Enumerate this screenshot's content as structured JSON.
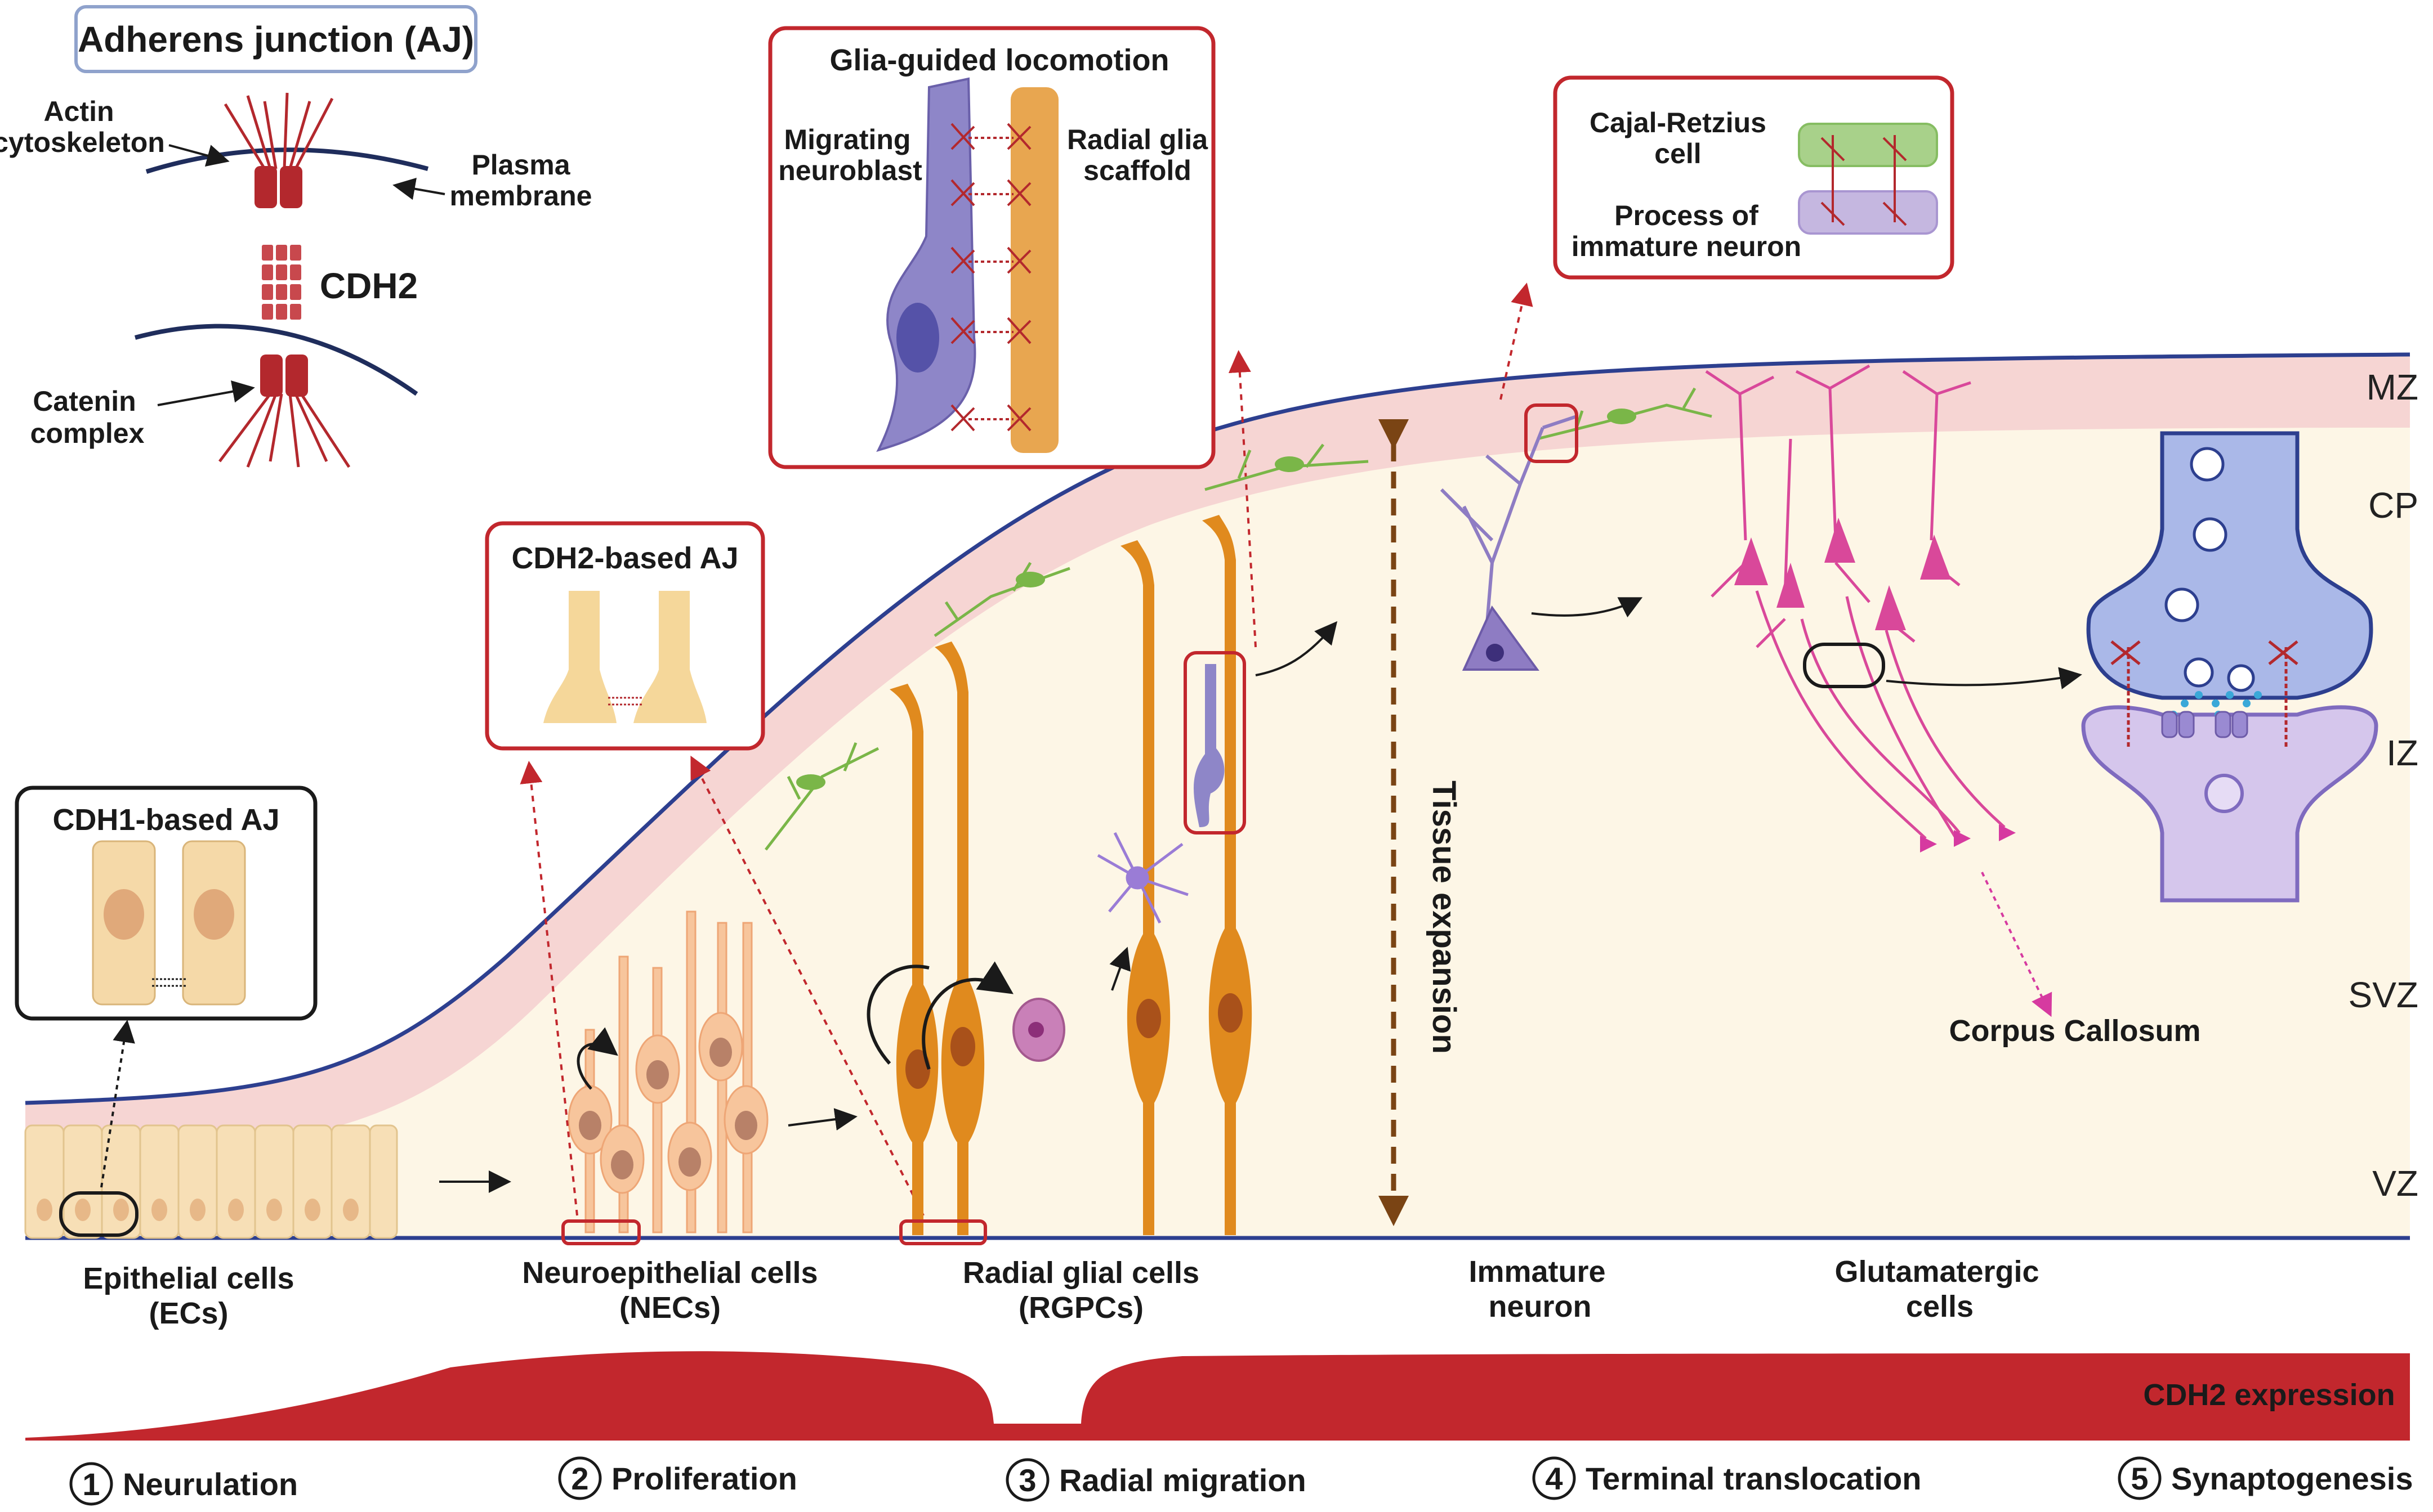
{
  "adherens": {
    "title": "Adherens junction (AJ)",
    "actin": [
      "Actin",
      "cytoskeleton"
    ],
    "membrane": [
      "Plasma",
      "membrane"
    ],
    "cdh2": "CDH2",
    "catenin": [
      "Catenin",
      "complex"
    ]
  },
  "glia_box": {
    "title": "Glia-guided locomotion",
    "migrating": [
      "Migrating",
      "neuroblast"
    ],
    "radial": [
      "Radial glia",
      "scaffold"
    ]
  },
  "cr_box": {
    "cajal": [
      "Cajal-Retzius",
      "cell"
    ],
    "process": [
      "Process of",
      "immature neuron"
    ]
  },
  "cdh2_box": {
    "title": "CDH2-based AJ"
  },
  "cdh1_box": {
    "title": "CDH1-based AJ"
  },
  "zones": [
    "MZ",
    "CP",
    "IZ",
    "SVZ",
    "VZ"
  ],
  "tissue_expansion": "Tissue expansion",
  "corpus_callosum": "Corpus Callosum",
  "cells": {
    "ec": [
      "Epithelial cells",
      "(ECs)"
    ],
    "nec": [
      "Neuroepithelial cells",
      "(NECs)"
    ],
    "rgpc": [
      "Radial glial cells",
      "(RGPCs)"
    ],
    "immature": [
      "Immature",
      "neuron"
    ],
    "glut": [
      "Glutamatergic",
      "cells"
    ]
  },
  "expression_label": "CDH2 expression",
  "stages": [
    {
      "num": "1",
      "label": "Neurulation"
    },
    {
      "num": "2",
      "label": "Proliferation"
    },
    {
      "num": "3",
      "label": "Radial migration"
    },
    {
      "num": "4",
      "label": "Terminal translocation"
    },
    {
      "num": "5",
      "label": "Synaptogenesis"
    }
  ],
  "colors": {
    "tissue": "#fdf6e6",
    "mz_band": "#f6d5d3",
    "outline": "#2d3f8f",
    "cdh2_red": "#b3282d",
    "expression_red": "#c2272d",
    "radial_glia": "#e08a1e",
    "nec": "#f4b98c",
    "cajal": "#7ab648",
    "immature": "#8e7cc3",
    "glutamatergic": "#d9489a",
    "corpus": "#d63aa0"
  }
}
